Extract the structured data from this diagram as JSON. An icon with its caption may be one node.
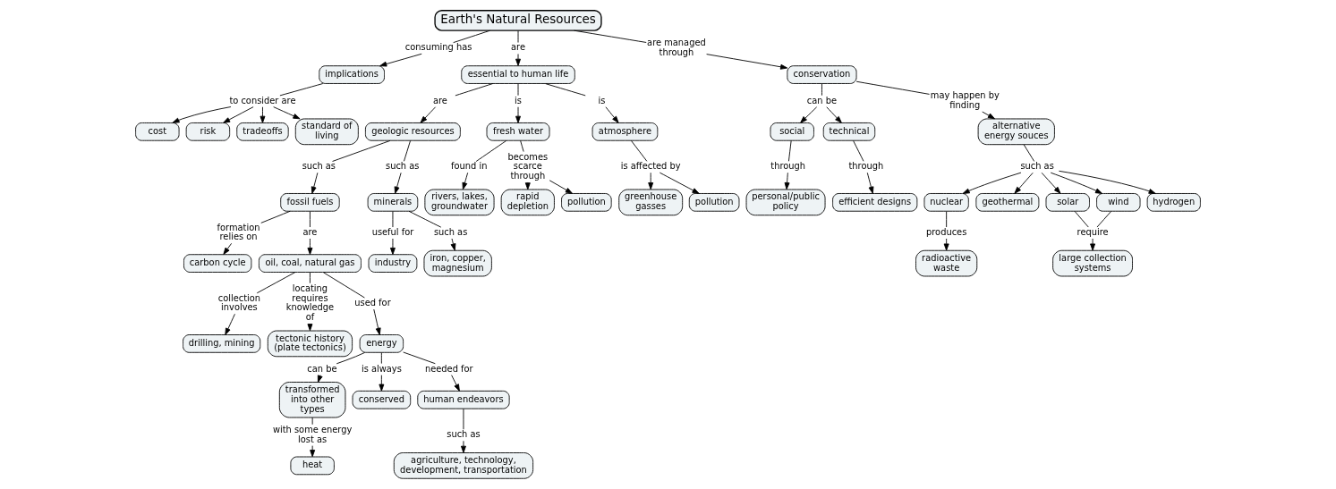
{
  "diagram": {
    "nodes": [
      {
        "text": [
          "Earth's Natural Resources"
        ]
      },
      {
        "text": [
          "consuming has"
        ]
      },
      {
        "text": [
          "implications"
        ]
      },
      {
        "text": [
          "are"
        ]
      },
      {
        "text": [
          "essential to human life"
        ]
      },
      {
        "text": [
          "are managed through"
        ]
      },
      {
        "text": [
          "to consider are"
        ]
      },
      {
        "text": [
          "cost"
        ]
      },
      {
        "text": [
          "risk"
        ]
      },
      {
        "text": [
          "tradeoffs"
        ]
      },
      {
        "text": [
          "standard of living"
        ]
      },
      {
        "text": [
          "are"
        ]
      },
      {
        "text": [
          "geologic resources"
        ]
      },
      {
        "text": [
          "is"
        ]
      },
      {
        "text": [
          "is"
        ]
      },
      {
        "text": [
          "atmosphere"
        ]
      },
      {
        "text": [
          "conservation"
        ]
      },
      {
        "text": [
          "carbon cycle"
        ]
      },
      {
        "text": [
          "such as"
        ]
      },
      {
        "text": [
          "such as"
        ]
      },
      {
        "text": [
          "formation relies on"
        ]
      },
      {
        "text": [
          "minerals"
        ]
      },
      {
        "text": [
          "is affected by"
        ]
      },
      {
        "text": [
          "can be"
        ]
      },
      {
        "text": [
          "may happen by finding"
        ]
      },
      {
        "text": [
          "fossil fuels"
        ]
      },
      {
        "text": [
          "useful for"
        ]
      },
      {
        "text": [
          "such as"
        ]
      },
      {
        "text": [
          "greenhouse gasses"
        ]
      },
      {
        "text": [
          "pollution"
        ]
      },
      {
        "text": [
          "fresh water"
        ]
      },
      {
        "text": [
          "are"
        ]
      },
      {
        "text": [
          "oil, coal, natural gas"
        ]
      },
      {
        "text": [
          "industry"
        ]
      },
      {
        "text": [
          "iron, copper, magnesium"
        ]
      },
      {
        "text": [
          "social"
        ]
      },
      {
        "text": [
          "technical"
        ]
      },
      {
        "text": [
          "alternative energy souces"
        ]
      },
      {
        "text": [
          "found in"
        ]
      },
      {
        "text": [
          "becomes scarce through"
        ]
      },
      {
        "text": [
          "through"
        ]
      },
      {
        "text": [
          "collection involves"
        ]
      },
      {
        "text": [
          "locating requires knowledge of"
        ]
      },
      {
        "text": [
          "used for"
        ]
      },
      {
        "text": [
          "energy"
        ]
      },
      {
        "text": [
          "can be"
        ]
      },
      {
        "text": [
          "transformed into other types"
        ]
      },
      {
        "text": [
          "rivers, lakes, groundwater"
        ]
      },
      {
        "text": [
          "efficient designs"
        ]
      },
      {
        "text": [
          "such as"
        ]
      },
      {
        "text": [
          "through"
        ]
      },
      {
        "text": [
          "is always"
        ]
      },
      {
        "text": [
          "needed for"
        ]
      },
      {
        "text": [
          "tectonic history (plate tectonics)"
        ]
      },
      {
        "text": [
          "with some energy lost as"
        ]
      },
      {
        "text": [
          "rapid depletion"
        ]
      },
      {
        "text": [
          "pollution"
        ]
      },
      {
        "text": [
          "personal/public policy"
        ]
      },
      {
        "text": [
          "nuclear"
        ]
      },
      {
        "text": [
          "conserved"
        ]
      },
      {
        "text": [
          "geothermal"
        ]
      },
      {
        "text": [
          "solar"
        ]
      },
      {
        "text": [
          "wind"
        ]
      },
      {
        "text": [
          "hydrogen"
        ]
      },
      {
        "text": [
          "produces"
        ]
      },
      {
        "text": [
          "drilling, mining"
        ]
      },
      {
        "text": [
          "human endeavors"
        ]
      },
      {
        "text": [
          "heat"
        ]
      },
      {
        "text": [
          "require"
        ]
      },
      {
        "text": [
          "radioactive waste"
        ]
      },
      {
        "text": [
          "such as"
        ]
      },
      {
        "text": [
          "large collection systems"
        ]
      },
      {
        "text": [
          "agriculture, technology, development, transportation"
        ]
      }
    ],
    "edges": [
      {
        "from": 0,
        "to": 1,
        "arrow": "none"
      },
      {
        "from": 1,
        "to": 2,
        "arrow": "to"
      },
      {
        "from": 0,
        "to": 3,
        "arrow": "none"
      },
      {
        "from": 3,
        "to": 4,
        "arrow": "to"
      },
      {
        "from": 0,
        "to": 5,
        "arrow": "none"
      },
      {
        "from": 5,
        "to": 16,
        "arrow": "to"
      },
      {
        "from": 2,
        "to": 6,
        "arrow": "none"
      },
      {
        "from": 6,
        "to": 7,
        "arrow": "to"
      },
      {
        "from": 6,
        "to": 8,
        "arrow": "to"
      },
      {
        "from": 6,
        "to": 9,
        "arrow": "to"
      },
      {
        "from": 6,
        "to": 10,
        "arrow": "to"
      },
      {
        "from": 4,
        "to": 11,
        "arrow": "none"
      },
      {
        "from": 11,
        "to": 12,
        "arrow": "to"
      },
      {
        "from": 4,
        "to": 13,
        "arrow": "none"
      },
      {
        "from": 13,
        "to": 30,
        "arrow": "to"
      },
      {
        "from": 4,
        "to": 14,
        "arrow": "none"
      },
      {
        "from": 14,
        "to": 15,
        "arrow": "to"
      },
      {
        "from": 12,
        "to": 18,
        "arrow": "none"
      },
      {
        "from": 18,
        "to": 25,
        "arrow": "to"
      },
      {
        "from": 12,
        "to": 19,
        "arrow": "none"
      },
      {
        "from": 19,
        "to": 21,
        "arrow": "to"
      },
      {
        "from": 25,
        "to": 20,
        "arrow": "none"
      },
      {
        "from": 20,
        "to": 17,
        "arrow": "to"
      },
      {
        "from": 15,
        "to": 22,
        "arrow": "none"
      },
      {
        "from": 22,
        "to": 28,
        "arrow": "to"
      },
      {
        "from": 22,
        "to": 29,
        "arrow": "to"
      },
      {
        "from": 16,
        "to": 23,
        "arrow": "none"
      },
      {
        "from": 23,
        "to": 35,
        "arrow": "to"
      },
      {
        "from": 23,
        "to": 36,
        "arrow": "to"
      },
      {
        "from": 16,
        "to": 24,
        "arrow": "none"
      },
      {
        "from": 24,
        "to": 37,
        "arrow": "to"
      },
      {
        "from": 21,
        "to": 26,
        "arrow": "none"
      },
      {
        "from": 26,
        "to": 33,
        "arrow": "to"
      },
      {
        "from": 21,
        "to": 27,
        "arrow": "none"
      },
      {
        "from": 27,
        "to": 34,
        "arrow": "to"
      },
      {
        "from": 25,
        "to": 31,
        "arrow": "none"
      },
      {
        "from": 31,
        "to": 32,
        "arrow": "to"
      },
      {
        "from": 32,
        "to": 41,
        "arrow": "none"
      },
      {
        "from": 41,
        "to": 65,
        "arrow": "to"
      },
      {
        "from": 32,
        "to": 42,
        "arrow": "none"
      },
      {
        "from": 42,
        "to": 53,
        "arrow": "to"
      },
      {
        "from": 32,
        "to": 43,
        "arrow": "none"
      },
      {
        "from": 43,
        "to": 44,
        "arrow": "to"
      },
      {
        "from": 30,
        "to": 38,
        "arrow": "none"
      },
      {
        "from": 38,
        "to": 47,
        "arrow": "to"
      },
      {
        "from": 30,
        "to": 39,
        "arrow": "none"
      },
      {
        "from": 39,
        "to": 55,
        "arrow": "to"
      },
      {
        "from": 39,
        "to": 56,
        "arrow": "to"
      },
      {
        "from": 36,
        "to": 40,
        "arrow": "none"
      },
      {
        "from": 40,
        "to": 48,
        "arrow": "to"
      },
      {
        "from": 35,
        "to": 50,
        "arrow": "none"
      },
      {
        "from": 50,
        "to": 57,
        "arrow": "to"
      },
      {
        "from": 44,
        "to": 45,
        "arrow": "none"
      },
      {
        "from": 45,
        "to": 46,
        "arrow": "to"
      },
      {
        "from": 44,
        "to": 51,
        "arrow": "none"
      },
      {
        "from": 51,
        "to": 59,
        "arrow": "to"
      },
      {
        "from": 44,
        "to": 52,
        "arrow": "none"
      },
      {
        "from": 52,
        "to": 66,
        "arrow": "to"
      },
      {
        "from": 46,
        "to": 54,
        "arrow": "none"
      },
      {
        "from": 54,
        "to": 67,
        "arrow": "to"
      },
      {
        "from": 37,
        "to": 49,
        "arrow": "none"
      },
      {
        "from": 49,
        "to": 60,
        "arrow": "to"
      },
      {
        "from": 49,
        "to": 61,
        "arrow": "to"
      },
      {
        "from": 49,
        "to": 62,
        "arrow": "to"
      },
      {
        "from": 49,
        "to": 63,
        "arrow": "to"
      },
      {
        "from": 49,
        "to": 58,
        "arrow": "to"
      },
      {
        "from": 58,
        "to": 64,
        "arrow": "none"
      },
      {
        "from": 64,
        "to": 69,
        "arrow": "to"
      },
      {
        "from": 61,
        "to": 68,
        "arrow": "none"
      },
      {
        "from": 62,
        "to": 68,
        "arrow": "none"
      },
      {
        "from": 68,
        "to": 71,
        "arrow": "to"
      },
      {
        "from": 66,
        "to": 70,
        "arrow": "none"
      },
      {
        "from": 70,
        "to": 72,
        "arrow": "to"
      }
    ]
  }
}
